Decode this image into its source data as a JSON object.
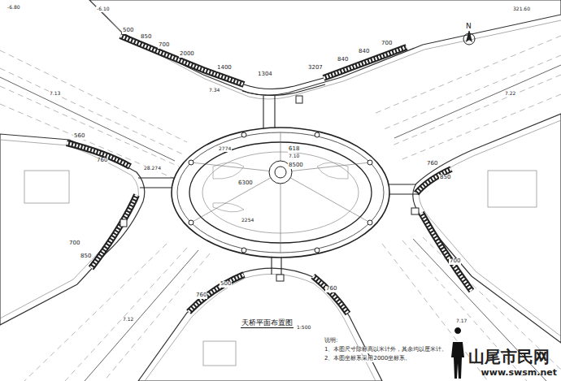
{
  "diagram": {
    "title": "天桥平面布置图",
    "labels": [
      "N",
      "-6.80",
      "-6.10",
      "321.60",
      "500",
      "850",
      "700",
      "2000",
      "1400",
      "1304",
      "3207",
      "840",
      "840",
      "700",
      "7.34",
      "8500",
      "6300",
      "618",
      "7.10",
      "2774",
      "2254",
      "28.274",
      "560",
      "760",
      "760",
      "850",
      "700",
      "850",
      "760",
      "500",
      "760",
      "700",
      "7.13",
      "7.22",
      "7.12",
      "7.17",
      "1:500",
      "说明:",
      "1、本图尺寸除标高以米计外，其余均以厘米计。",
      "2、本图坐标系采用2000坐标系。",
      "山尾市民网",
      "www.swsm.net"
    ]
  }
}
